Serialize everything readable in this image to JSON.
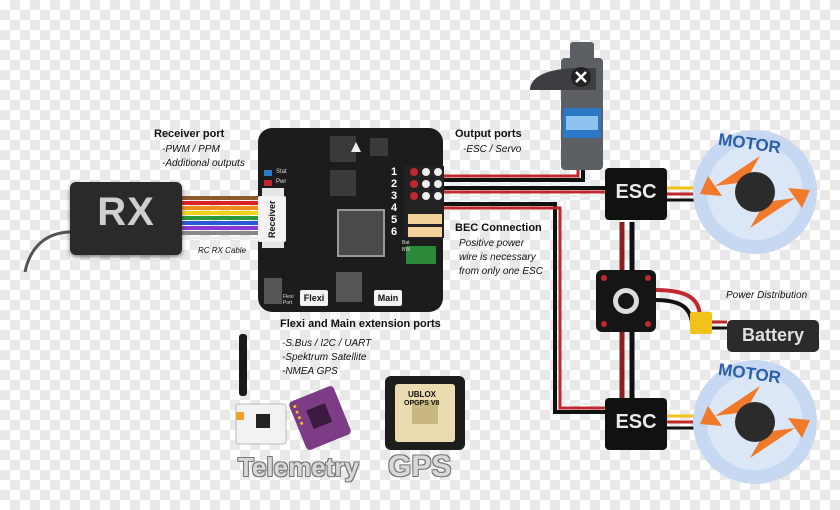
{
  "rx": {
    "label": "RX"
  },
  "receiver_port": {
    "title": "Receiver port",
    "lines": [
      "-PWM / PPM",
      "-Additional outputs"
    ],
    "cable_label": "RC RX Cable",
    "connector_label": "Receiver"
  },
  "board": {
    "leds": [
      "Stat",
      "Pwr"
    ],
    "port_numbers": [
      "1",
      "2",
      "3",
      "4",
      "5",
      "6"
    ],
    "flexi_label": "Flexi",
    "main_label": "Main",
    "flexi_port_small": "Flexi Port",
    "small_labels": [
      "Bat",
      "BW"
    ]
  },
  "output_ports": {
    "title": "Output ports",
    "line": "-ESC / Servo"
  },
  "bec": {
    "title": "BEC Connection",
    "lines": [
      "Positive power",
      "wire is necessary",
      "from only one ESC"
    ]
  },
  "extension_ports": {
    "title": "Flexi and Main extension ports",
    "lines": [
      "-S.Bus / I2C / UART",
      "-Spektrum Satellite",
      "-NMEA GPS"
    ]
  },
  "esc_labels": [
    "ESC",
    "ESC"
  ],
  "motor_labels": [
    "MOTOR",
    "MOTOR"
  ],
  "power_distribution": "Power Distribution",
  "battery": "Battery",
  "telemetry": "Telemetry",
  "gps": {
    "word": "GPS",
    "chip_line1": "UBLOX",
    "chip_line2": "OPGPS V8"
  },
  "colors": {
    "board": "#1c1c1c",
    "wire_red": "#c0282d",
    "wire_black": "#111111",
    "motor_blue": "#2d5fa6",
    "motor_arrow": "#f07a2a",
    "telemetry_board": "#7d3c86"
  }
}
